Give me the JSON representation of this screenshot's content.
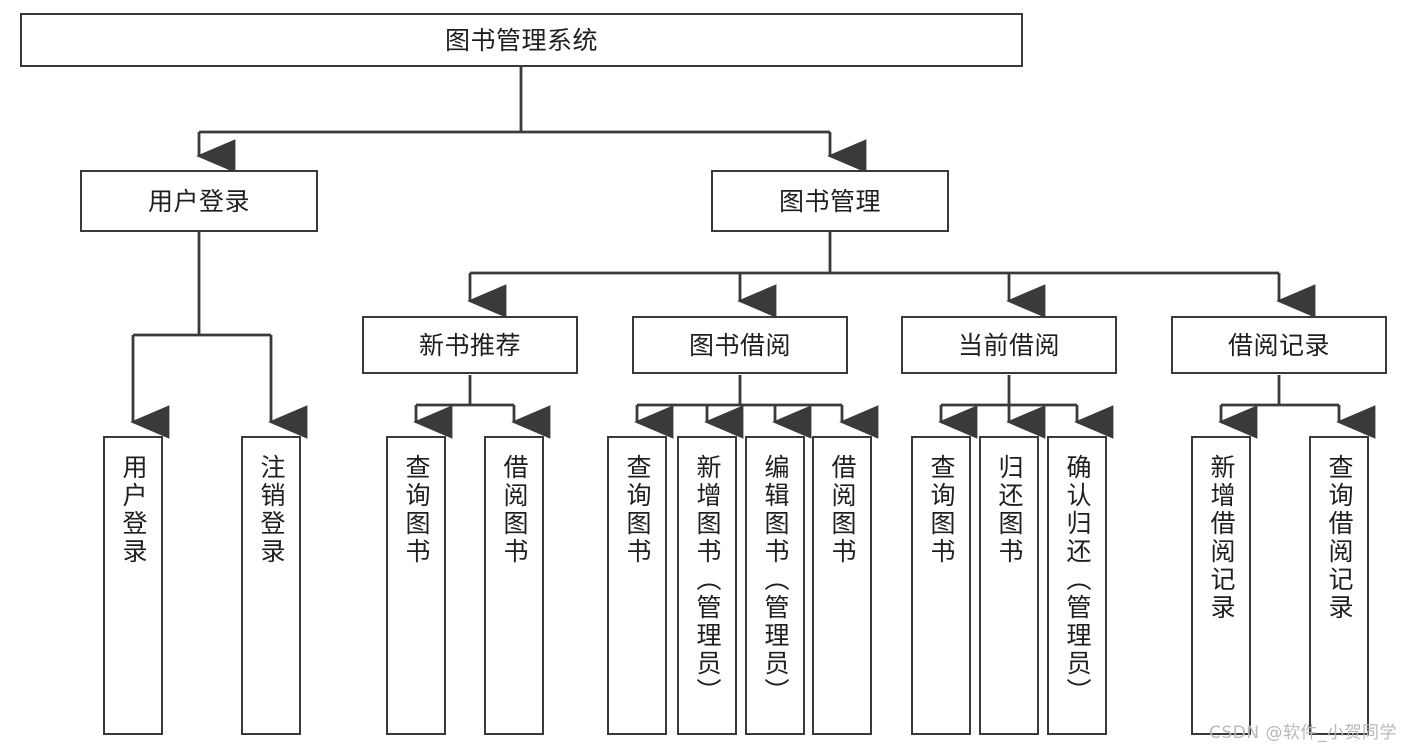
{
  "diagram": {
    "title": "图书管理系统",
    "type": "tree-hierarchy-chart",
    "watermark": "CSDN @软件_小贺同学",
    "colors": {
      "stroke": "#3a3a3a",
      "fill": "#ffffff",
      "text": "#1f1f1f",
      "watermark": "#b9b9b9"
    },
    "nodes": {
      "root": {
        "label": "图书管理系统"
      },
      "level2": [
        {
          "id": "user-login",
          "label": "用户登录"
        },
        {
          "id": "book-manage",
          "label": "图书管理"
        }
      ],
      "level3": [
        {
          "id": "new-book-recommend",
          "label": "新书推荐"
        },
        {
          "id": "book-borrow",
          "label": "图书借阅"
        },
        {
          "id": "current-borrow",
          "label": "当前借阅"
        },
        {
          "id": "borrow-record",
          "label": "借阅记录"
        }
      ],
      "leaves": {
        "user-login": [
          {
            "id": "leaf-user-login",
            "label": "用户登录"
          },
          {
            "id": "leaf-logout",
            "label": "注销登录"
          }
        ],
        "new-book-recommend": [
          {
            "id": "leaf-query-book-1",
            "label": "查询图书"
          },
          {
            "id": "leaf-borrow-book-1",
            "label": "借阅图书"
          }
        ],
        "book-borrow": [
          {
            "id": "leaf-query-book-2",
            "label": "查询图书"
          },
          {
            "id": "leaf-add-book",
            "label": "新增图书（管理员）"
          },
          {
            "id": "leaf-edit-book",
            "label": "编辑图书（管理员）"
          },
          {
            "id": "leaf-borrow-book-2",
            "label": "借阅图书"
          }
        ],
        "current-borrow": [
          {
            "id": "leaf-query-book-3",
            "label": "查询图书"
          },
          {
            "id": "leaf-return-book",
            "label": "归还图书"
          },
          {
            "id": "leaf-confirm-return",
            "label": "确认归还（管理员）"
          }
        ],
        "borrow-record": [
          {
            "id": "leaf-add-record",
            "label": "新增借阅记录"
          },
          {
            "id": "leaf-query-record",
            "label": "查询借阅记录"
          }
        ]
      }
    }
  }
}
